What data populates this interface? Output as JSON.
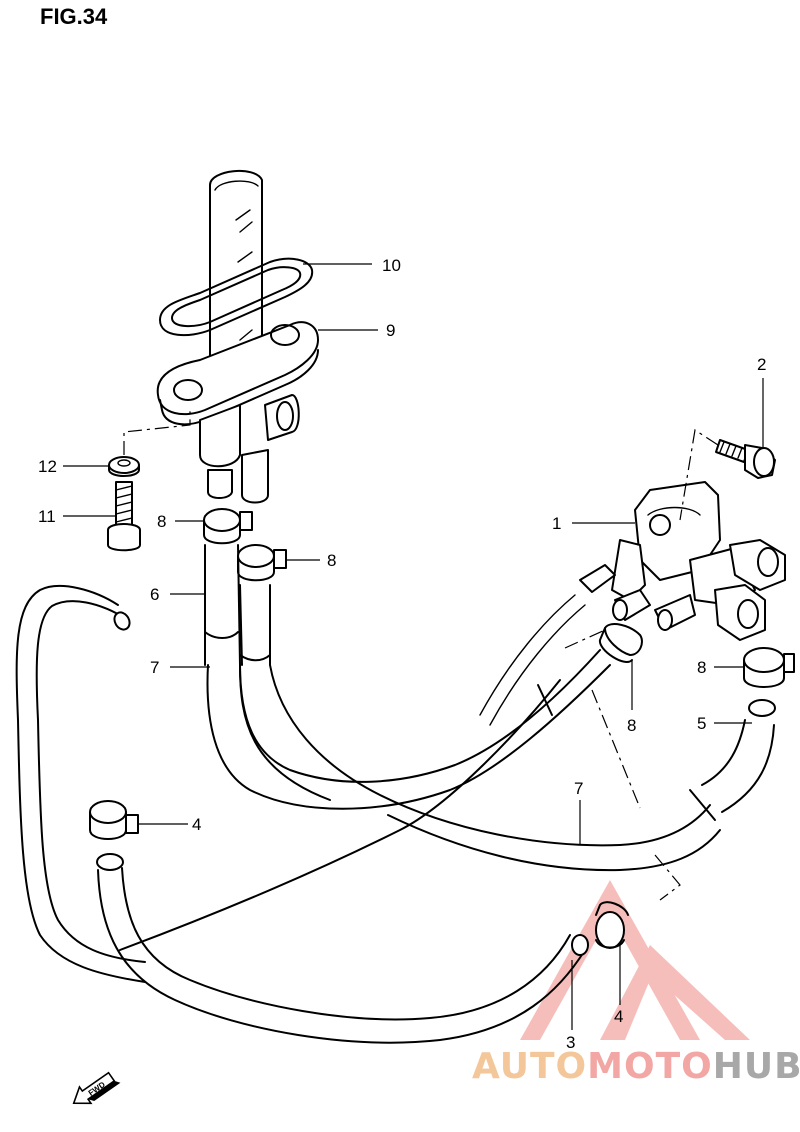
{
  "figure": {
    "title": "FIG.34"
  },
  "callouts": [
    {
      "id": "10",
      "label": "10"
    },
    {
      "id": "9",
      "label": "9"
    },
    {
      "id": "2",
      "label": "2"
    },
    {
      "id": "12",
      "label": "12"
    },
    {
      "id": "11",
      "label": "11"
    },
    {
      "id": "1",
      "label": "1"
    },
    {
      "id": "8a",
      "label": "8"
    },
    {
      "id": "8b",
      "label": "8"
    },
    {
      "id": "6",
      "label": "6"
    },
    {
      "id": "7a",
      "label": "7"
    },
    {
      "id": "8c",
      "label": "8"
    },
    {
      "id": "8d",
      "label": "8"
    },
    {
      "id": "5",
      "label": "5"
    },
    {
      "id": "7b",
      "label": "7"
    },
    {
      "id": "4a",
      "label": "4"
    },
    {
      "id": "3",
      "label": "3"
    },
    {
      "id": "4b",
      "label": "4"
    }
  ],
  "fwd": {
    "label": "FWD"
  },
  "watermark": {
    "part1": "AUTO",
    "part2": "MOTO",
    "part3": "HUB",
    "logo_color": "#f08a85"
  }
}
